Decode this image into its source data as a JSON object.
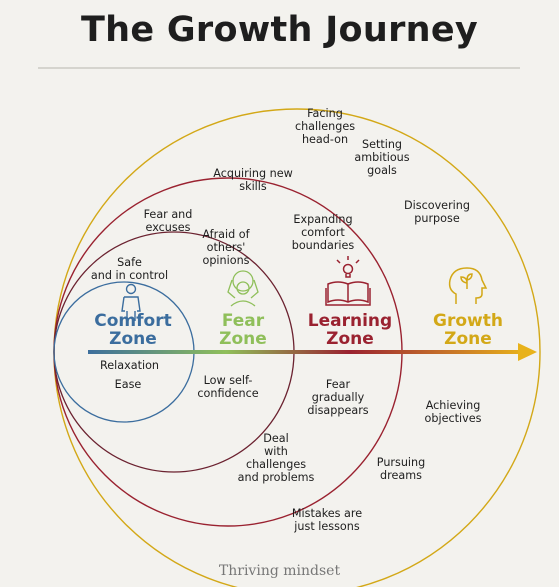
{
  "title": "The Growth Journey",
  "zones": {
    "comfort": "Comfort\nZone",
    "fear": "Fear\nZone",
    "learning": "Learning\nZone",
    "growth": "Growth\nZone"
  },
  "comfort_items": {
    "safe": "Safe\nand in control",
    "relaxation": "Relaxation",
    "ease": "Ease"
  },
  "fear_items": {
    "excuses": "Fear and\nexcuses",
    "opinions": "Afraid of\nothers'\nopinions",
    "confidence": "Low self-\nconfidence",
    "deal": "Deal\nwith\nchallenges\nand problems"
  },
  "learning_items": {
    "skills": "Acquiring new\nskills",
    "boundaries": "Expanding\ncomfort\nboundaries",
    "fear_gone": "Fear\ngradually\ndisappears",
    "dreams": "Pursuing\ndreams"
  },
  "growth_items": {
    "challenges": "Facing\nchallenges\nhead-on",
    "goals": "Setting\nambitious\ngoals",
    "purpose": "Discovering\npurpose",
    "objectives": "Achieving\nobjectives",
    "mistakes": "Mistakes are\njust lessons"
  },
  "footer": "Thriving mindset",
  "colors": {
    "comfort": "#3b6d9e",
    "fear": "#8fbf5a",
    "learning": "#9a2230",
    "growth": "#d3a817",
    "background": "#f3f2ee"
  },
  "icons": [
    "person-icon",
    "worried-person-icon",
    "open-book-lightbulb-icon",
    "head-plant-icon"
  ]
}
